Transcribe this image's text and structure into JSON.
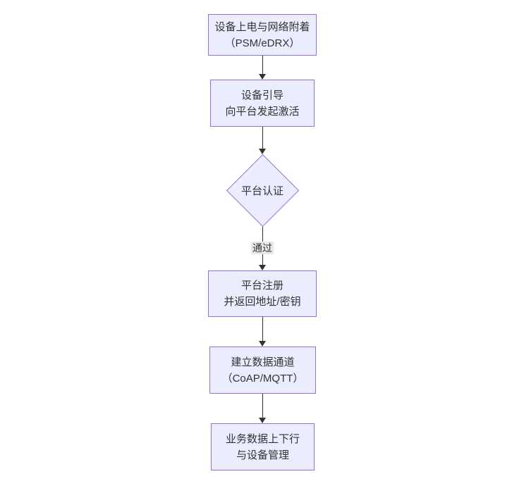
{
  "diagram": {
    "type": "flowchart",
    "direction": "top-down",
    "nodes": [
      {
        "id": "power_attach",
        "shape": "rect",
        "lines": [
          "设备上电与网络附着",
          "（PSM/eDRX）"
        ]
      },
      {
        "id": "bootstrap",
        "shape": "rect",
        "lines": [
          "设备引导",
          "向平台发起激活"
        ]
      },
      {
        "id": "auth",
        "shape": "diamond",
        "label": "平台认证"
      },
      {
        "id": "register",
        "shape": "rect",
        "lines": [
          "平台注册",
          "并返回地址/密钥"
        ]
      },
      {
        "id": "channel",
        "shape": "rect",
        "lines": [
          "建立数据通道",
          "（CoAP/MQTT）"
        ]
      },
      {
        "id": "business",
        "shape": "rect",
        "lines": [
          "业务数据上下行",
          "与设备管理"
        ]
      }
    ],
    "edges": [
      {
        "from": "power_attach",
        "to": "bootstrap",
        "label": ""
      },
      {
        "from": "bootstrap",
        "to": "auth",
        "label": ""
      },
      {
        "from": "auth",
        "to": "register",
        "label": "通过"
      },
      {
        "from": "register",
        "to": "channel",
        "label": ""
      },
      {
        "from": "channel",
        "to": "business",
        "label": ""
      }
    ],
    "colors": {
      "node_fill": "#ECECFF",
      "node_border": "#9370DB",
      "arrow": "#333333",
      "edge_label_bg": "#e8e8e8",
      "text": "#333333",
      "background": "#ffffff"
    }
  }
}
